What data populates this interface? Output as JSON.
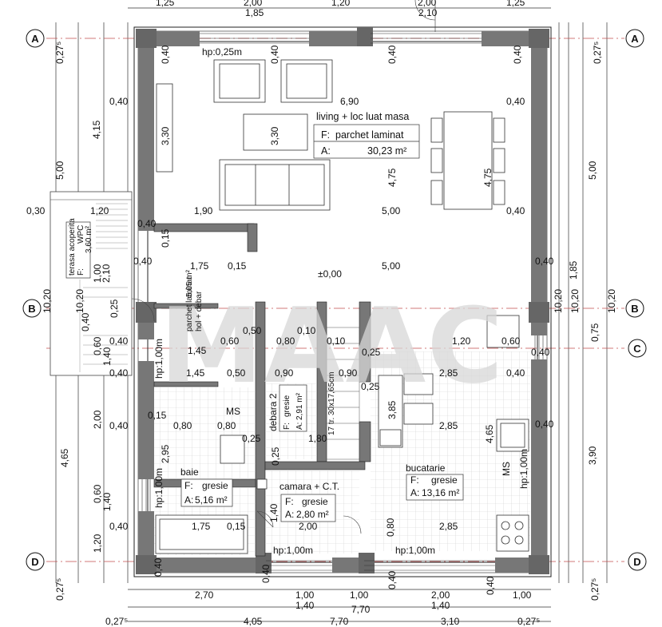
{
  "plan": {
    "top_dims": [
      "1,25",
      "2,00",
      "1,20",
      "2,00",
      "1,25"
    ],
    "top_dims2": [
      "1,85",
      "2,10"
    ],
    "axes": {
      "a": "A",
      "b": "B",
      "c": "C",
      "d": "D"
    },
    "rooms": {
      "living": {
        "name": "living + loc luat masa",
        "finish_label": "F:",
        "finish": "parchet laminat",
        "area_label": "A:",
        "area": "30,23 m²"
      },
      "bucatarie": {
        "name": "bucatarie",
        "finish_label": "F:",
        "finish": "gresie",
        "area_label": "A:",
        "area": "13,16 m²"
      },
      "baie": {
        "name": "baie",
        "finish_label": "F:",
        "finish": "gresie",
        "area_label": "A:",
        "area": "5,16 m²"
      },
      "camara": {
        "name": "camara + C.T.",
        "finish_label": "F:",
        "finish": "gresie",
        "area_label": "A:",
        "area": "2,80 m²"
      },
      "debara": {
        "name": "debara 2",
        "finish_label": "F:",
        "finish": "gresie",
        "area_label": "A:",
        "area": "2,91 m²"
      },
      "hol": {
        "name": "hol + debar",
        "finish": "parchet laminat",
        "area": "5,05 m²"
      },
      "terasa": {
        "name": "terasa acoperita",
        "finish_label": "F:",
        "finish": "WPC",
        "area": "3,60 m²"
      },
      "ms": "MS"
    },
    "level": "±0,00",
    "hp_labels": {
      "top": "hp:0,25m",
      "door_left": "hp:1,00m",
      "baie": "hp:1,00m",
      "bottom_left": "hp:1,00m",
      "bottom_right": "hp:1,00m",
      "kitchen": "hp:1,00m"
    },
    "stairs": "17 tr. 30x17,65cm",
    "dims": {
      "d040": "0,40",
      "d690": "6,90",
      "d330": "3,30",
      "d475": "4,75",
      "d190": "1,90",
      "d500": "5,00",
      "d030": "0,30",
      "d120": "1,20",
      "d015": "0,15",
      "d175": "1,75",
      "d210": "2,10",
      "d010": "0,10",
      "d060": "0,60",
      "d090": "0,90",
      "d025": "0,25",
      "d285": "2,85",
      "d385": "3,85",
      "d080": "0,80",
      "d180": "1,80",
      "d295": "2,95",
      "d200": "2,00",
      "d140": "1,40",
      "d465": "4,65",
      "d415": "4,15",
      "d1020": "10,20",
      "d185": "1,85",
      "d075": "0,75",
      "d390": "3,90",
      "d0275": "0,27⁵",
      "d270": "2,70",
      "d100": "1,00",
      "d770": "7,70",
      "d405": "4,05",
      "d310": "3,10",
      "d145": "1,45",
      "d050": "0,50"
    }
  },
  "watermark": {
    "logo": "MAAC"
  }
}
